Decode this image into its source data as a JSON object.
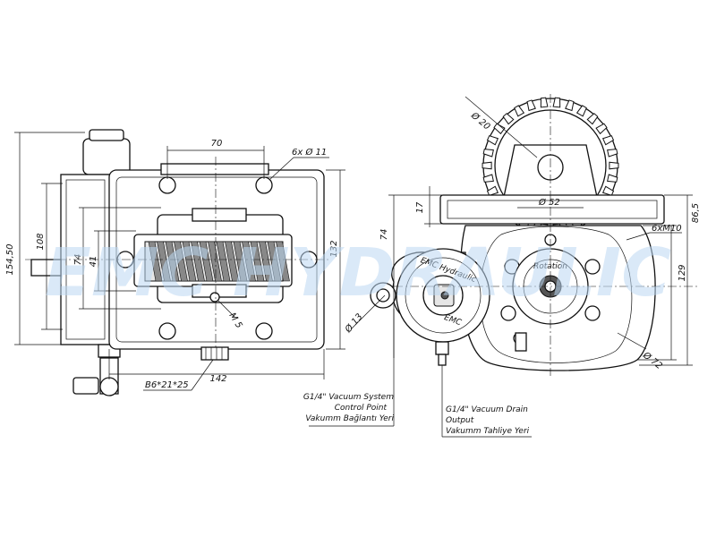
{
  "watermark": "EMC HYDRAULIC",
  "dimensions": {
    "overall_height": "154,50",
    "body_height": "108",
    "inner_height": "74",
    "gear_height": "41",
    "flange_height": "132",
    "flange_width": "142",
    "bolt_spacing": "70",
    "bolt_holes": "6x Ø 11",
    "screw": "M 5",
    "spline": "B6*21*25",
    "shaft_dia": "Ø 20",
    "pilot_dia": "Ø 52",
    "height_74": "74",
    "height_17": "17",
    "height_86": "86,5",
    "height_129": "129",
    "thread": "6xM10",
    "port_dia": "Ø 13",
    "bolt_circle": "Ø 72"
  },
  "notes": {
    "vacuum_control": [
      "G1/4\" Vacuum System",
      "Control Point",
      "Vakumm Bağlantı Yeri"
    ],
    "vacuum_drain": [
      "G1/4\" Vacuum Drain",
      "Output",
      "Vakumm Tahliye Yeri"
    ]
  },
  "labels": {
    "brand_ring": "EMC Hydraulic",
    "pump_text_1": "Rotation",
    "pump_text_2": "EMC"
  }
}
